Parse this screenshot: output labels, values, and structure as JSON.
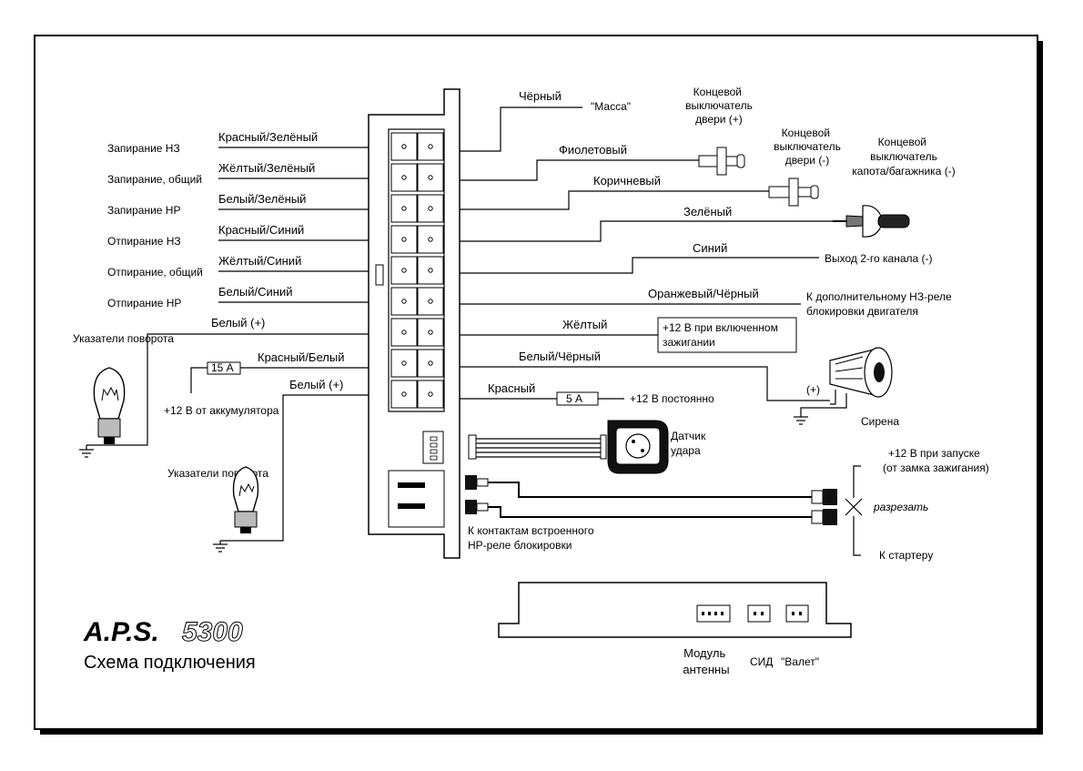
{
  "title": {
    "brand": "A.P.S.",
    "model": "5300",
    "subtitle": "Схема подключения"
  },
  "left_labels": [
    "Запирание НЗ",
    "Запирание, общий",
    "Запирание НР",
    "Отпирание НЗ",
    "Отпирание, общий",
    "Отпирание НР"
  ],
  "left_wires": [
    "Красный/Зелёный",
    "Жёлтый/Зелёный",
    "Белый/Зелёный",
    "Красный/Синий",
    "Жёлтый/Синий",
    "Белый/Синий",
    "Белый (+)",
    "Красный/Белый",
    "Белый (+)"
  ],
  "left_components": {
    "turn_signals_1": "Указатели поворота",
    "turn_signals_2": "Указатели поворота",
    "fuse_15": "15 А",
    "battery": "+12 В от аккумулятора"
  },
  "right_wires": [
    "Чёрный",
    "Фиолетовый",
    "Коричневый",
    "Зелёный",
    "Синий",
    "Оранжевый/Чёрный",
    "Жёлтый",
    "Белый/Чёрный",
    "Красный"
  ],
  "right_targets": {
    "ground": "\"Масса\"",
    "door_switch_plus": "Концевой выключатель двери (+)",
    "door_switch_minus": "Концевой выключатель двери (-)",
    "hood_switch": "Концевой выключатель капота/багажника (-)",
    "channel2": "Выход 2-го канала (-)",
    "relay_nc": "К дополнительному НЗ-реле блокировки двигателя",
    "ignition": "+12 В при включенном зажигании",
    "siren_plus": "(+)",
    "siren": "Сирена",
    "fuse_5": "5 А",
    "constant": "+12 В постоянно"
  },
  "lower": {
    "shock_sensor": "Датчик удара",
    "start_12v": "+12 В при запуске (от замка зажигания)",
    "cut": "разрезать",
    "starter": "К стартеру",
    "builtin_relay": "К контактам встроенного НР-реле блокировки"
  },
  "module": {
    "antenna": "Модуль антенны",
    "led": "СИД",
    "valet": "\"Валет\""
  },
  "connector": {
    "rows": 9,
    "cols": 2
  }
}
